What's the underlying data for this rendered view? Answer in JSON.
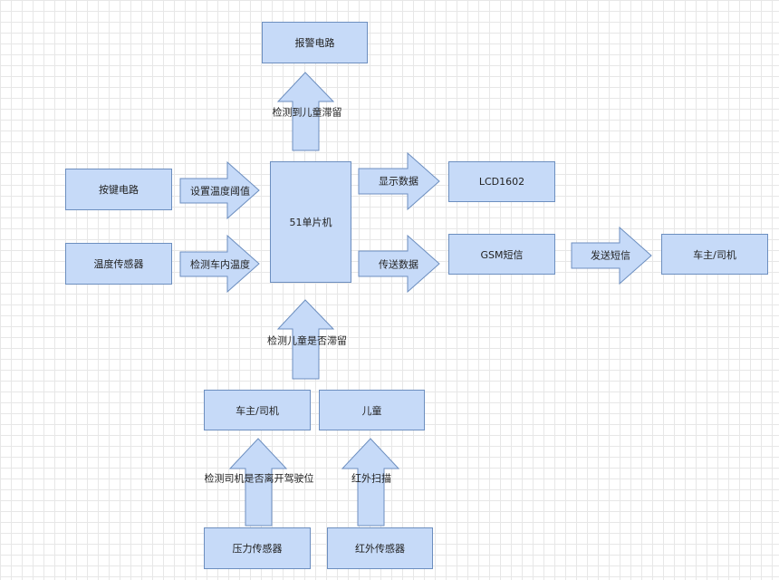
{
  "boxes": {
    "alarm": "报警电路",
    "keypad": "按键电路",
    "temp_sensor": "温度传感器",
    "mcu": "51单片机",
    "lcd": "LCD1602",
    "gsm": "GSM短信",
    "owner_right": "车主/司机",
    "owner_bottom": "车主/司机",
    "child": "儿童",
    "pressure_sensor": "压力传感器",
    "ir_sensor": "红外传感器"
  },
  "arrows": {
    "detect_child_stay_up": "检测到儿童滞留",
    "set_temp_threshold": "设置温度阈值",
    "detect_car_temp": "检测车内温度",
    "show_data": "显示数据",
    "send_data": "传送数据",
    "send_sms": "发送短信",
    "detect_child_stay_check": "检测儿童是否滞留",
    "detect_driver_leave": "检测司机是否离开驾驶位",
    "ir_scan": "红外扫描"
  },
  "colors": {
    "fill": "#c6daf8",
    "stroke": "#6c8ebf",
    "grid": "#e7e7e7"
  }
}
